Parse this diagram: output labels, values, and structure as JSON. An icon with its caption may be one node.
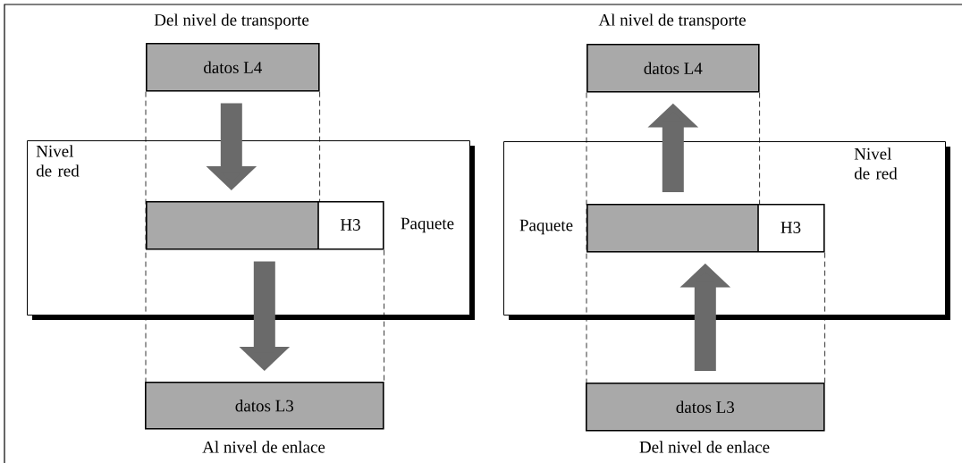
{
  "diagram": {
    "nodes": [
      {
        "text": [
          "Nivel de red"
        ]
      },
      {
        "text": [
          "datos L4"
        ],
        "beside": [
          "Del nivel de transporte"
        ]
      },
      {
        "text": [
          "H3"
        ],
        "beside": [
          "Paquete"
        ],
        "in": 0
      },
      {
        "text": [
          "datos L3"
        ],
        "beside": [
          "Al nivel de enlace"
        ]
      },
      {
        "text": [
          "Nivel de red"
        ]
      },
      {
        "text": [
          "datos L4"
        ],
        "beside": [
          "Al nivel de transporte"
        ]
      },
      {
        "text": [
          "H3"
        ],
        "beside": [
          "Paquete"
        ],
        "in": 4
      },
      {
        "text": [
          "datos L3"
        ],
        "beside": [
          "Del nivel de enlace"
        ]
      }
    ],
    "edges": [
      {
        "from": 1,
        "to": 2,
        "arrow": "to",
        "style": "thick",
        "color": "#6a6a6a"
      },
      {
        "from": 2,
        "to": 3,
        "arrow": "to",
        "style": "thick",
        "color": "#6a6a6a"
      },
      {
        "from": 7,
        "to": 6,
        "arrow": "to",
        "style": "thick",
        "color": "#6a6a6a"
      },
      {
        "from": 6,
        "to": 5,
        "arrow": "to",
        "style": "thick",
        "color": "#6a6a6a"
      },
      {
        "from": 1,
        "to": 3,
        "arrow": "none",
        "style": "dashed"
      },
      {
        "from": 1,
        "to": 2,
        "arrow": "none",
        "style": "dashed"
      },
      {
        "from": 2,
        "to": 3,
        "arrow": "none",
        "style": "dashed"
      },
      {
        "from": 5,
        "to": 7,
        "arrow": "none",
        "style": "dashed"
      },
      {
        "from": 5,
        "to": 6,
        "arrow": "none",
        "style": "dashed"
      },
      {
        "from": 6,
        "to": 7,
        "arrow": "none",
        "style": "dashed"
      }
    ]
  }
}
